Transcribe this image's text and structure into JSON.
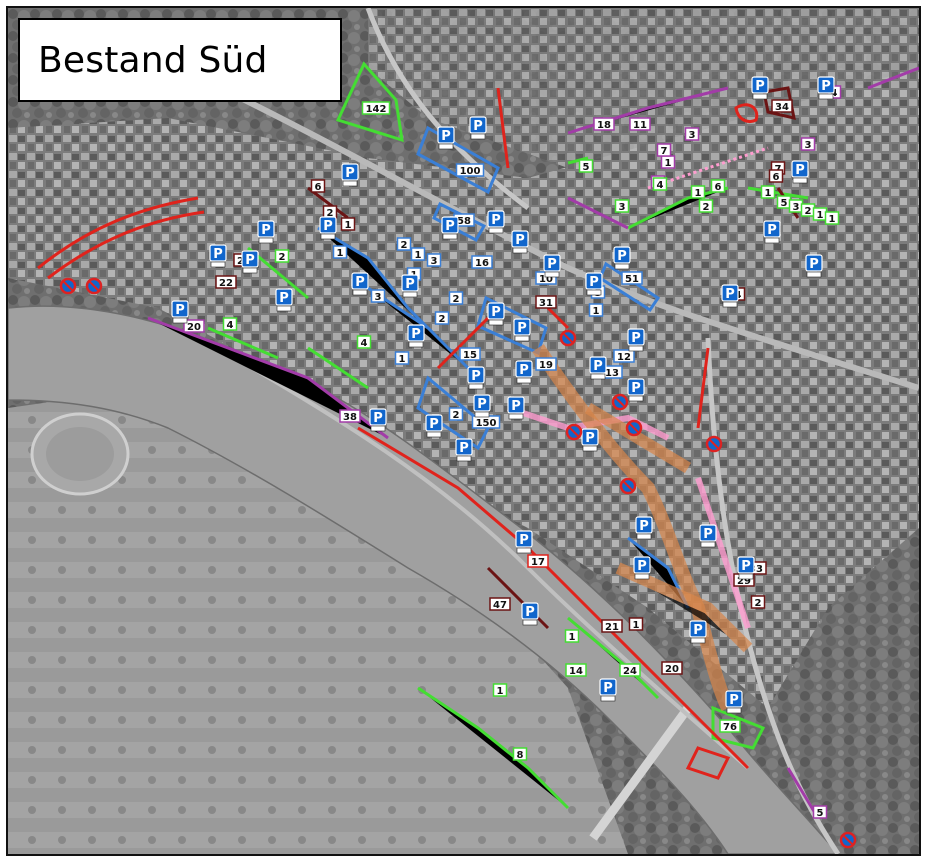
{
  "map": {
    "title": "Bestand Süd",
    "colors": {
      "free_parking": "#44dd33",
      "time_limited": "#a23ca8",
      "paid": "#3a7fd6",
      "no_parking": "#e0231c",
      "resident": "#ff9ccf",
      "private": "#6b1414",
      "pedestrian_zone": "#d9864a",
      "sign_blue": "#1166cc",
      "sign_red": "#dd2222",
      "river": "#9a9a9a",
      "land": "#8c8c8c"
    },
    "signs": {
      "parking_letter": "P",
      "parking_icon": "parking-sign-icon",
      "no_parking_icon": "no-parking-sign-icon",
      "items": [
        {
          "kind": "parking"
        },
        {
          "kind": "parking"
        },
        {
          "kind": "parking"
        },
        {
          "kind": "parking"
        },
        {
          "kind": "parking"
        },
        {
          "kind": "parking"
        },
        {
          "kind": "parking"
        },
        {
          "kind": "parking"
        },
        {
          "kind": "parking"
        },
        {
          "kind": "parking"
        },
        {
          "kind": "parking"
        },
        {
          "kind": "parking"
        },
        {
          "kind": "parking"
        },
        {
          "kind": "parking"
        },
        {
          "kind": "parking"
        },
        {
          "kind": "parking"
        },
        {
          "kind": "parking"
        },
        {
          "kind": "parking"
        },
        {
          "kind": "parking"
        },
        {
          "kind": "parking"
        },
        {
          "kind": "parking"
        },
        {
          "kind": "parking"
        },
        {
          "kind": "parking"
        },
        {
          "kind": "parking"
        },
        {
          "kind": "parking"
        },
        {
          "kind": "parking"
        },
        {
          "kind": "parking"
        },
        {
          "kind": "parking"
        },
        {
          "kind": "parking"
        },
        {
          "kind": "parking"
        },
        {
          "kind": "parking"
        },
        {
          "kind": "parking"
        },
        {
          "kind": "parking"
        },
        {
          "kind": "parking"
        },
        {
          "kind": "parking"
        },
        {
          "kind": "parking"
        },
        {
          "kind": "parking"
        },
        {
          "kind": "parking"
        },
        {
          "kind": "parking"
        },
        {
          "kind": "parking"
        },
        {
          "kind": "parking"
        },
        {
          "kind": "parking"
        },
        {
          "kind": "parking"
        },
        {
          "kind": "parking"
        },
        {
          "kind": "parking"
        },
        {
          "kind": "parking"
        },
        {
          "kind": "no_parking"
        },
        {
          "kind": "no_parking"
        },
        {
          "kind": "no_parking"
        },
        {
          "kind": "no_parking"
        },
        {
          "kind": "no_parking"
        },
        {
          "kind": "no_parking"
        },
        {
          "kind": "no_parking"
        },
        {
          "kind": "no_parking"
        },
        {
          "kind": "no_parking"
        }
      ]
    },
    "labels": [
      "142",
      "100",
      "58",
      "51",
      "34",
      "76",
      "150",
      "38",
      "20",
      "22",
      "24",
      "16",
      "10",
      "31",
      "15",
      "19",
      "47",
      "17",
      "21",
      "14",
      "24",
      "20",
      "12",
      "13",
      "33",
      "29",
      "18",
      "11",
      "8",
      "6",
      "4",
      "3",
      "2",
      "5",
      "1",
      "2",
      "1",
      "3",
      "7",
      "2",
      "5",
      "4",
      "6",
      "1",
      "2",
      "1",
      "3",
      "2",
      "4",
      "1",
      "2",
      "1",
      "6",
      "3",
      "2",
      "1",
      "4",
      "7",
      "2",
      "3",
      "1",
      "5",
      "3",
      "2",
      "1",
      "1",
      "1",
      "1",
      "1",
      "1",
      "2",
      "5",
      "4"
    ]
  }
}
